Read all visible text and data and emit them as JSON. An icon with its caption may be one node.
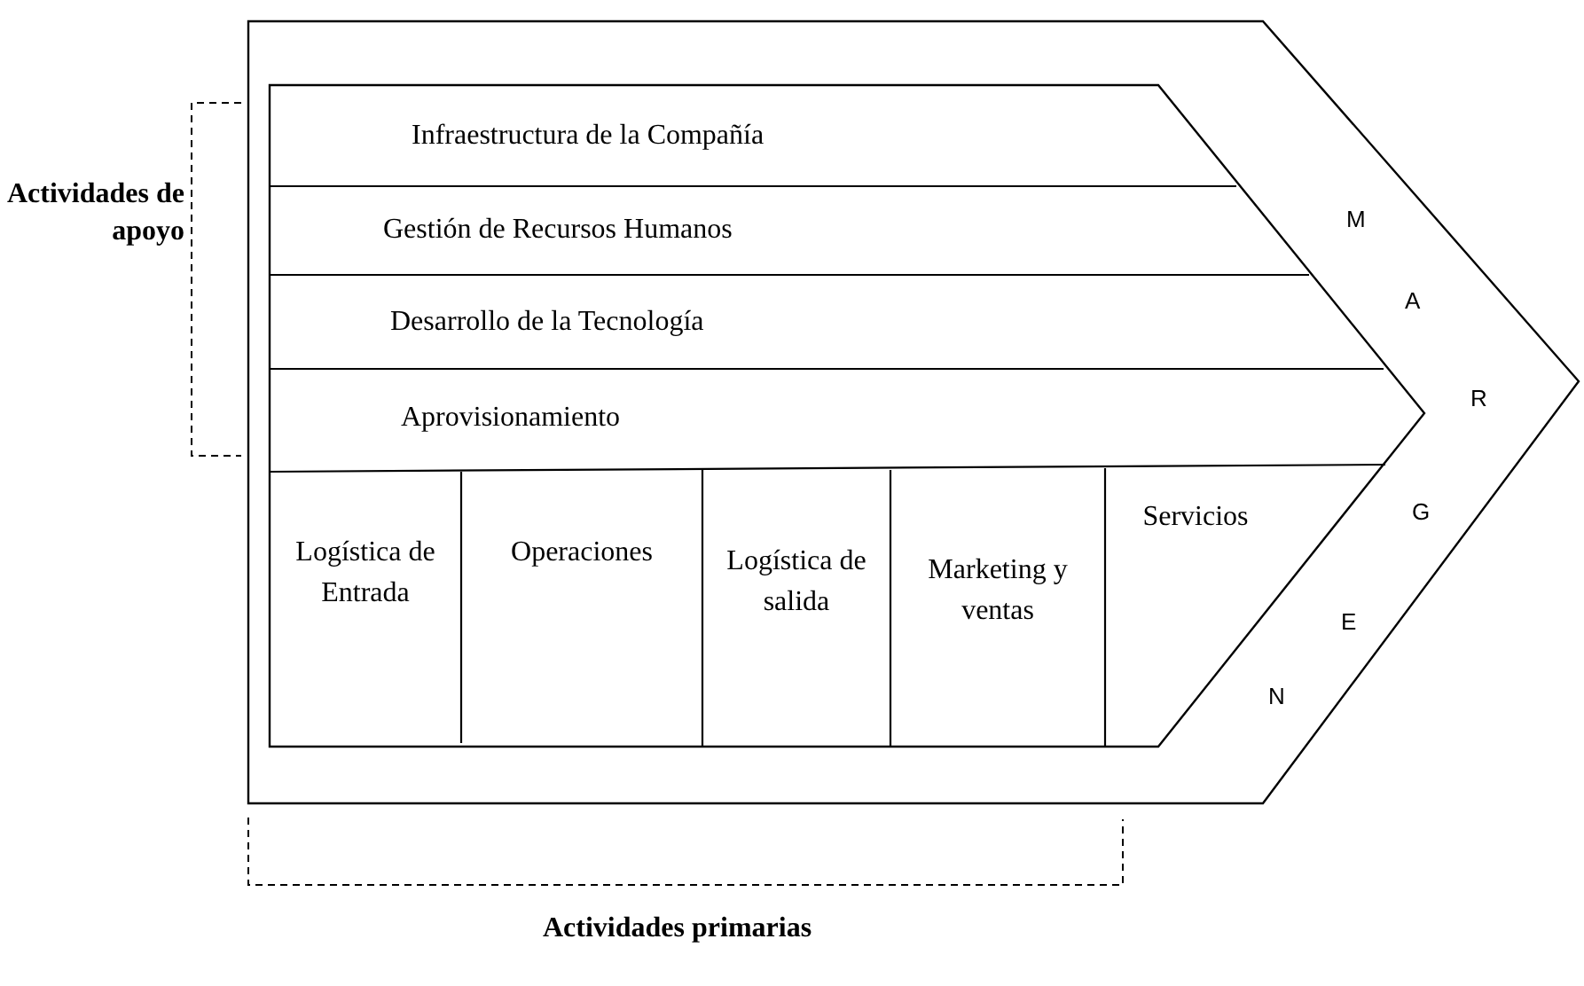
{
  "diagram": {
    "nodes": [
      {
        "text": [
          "Infraestructura de la Compañía"
        ]
      },
      {
        "text": [
          "Gestión de Recursos Humanos"
        ]
      },
      {
        "text": [
          "Desarrollo de la Tecnología"
        ]
      },
      {
        "text": [
          "Aprovisionamiento"
        ]
      },
      {
        "text": [
          "Logística de Entrada"
        ]
      },
      {
        "text": [
          "Operaciones"
        ]
      },
      {
        "text": [
          "Logística de salida"
        ]
      },
      {
        "text": [
          "Marketing y ventas"
        ]
      },
      {
        "text": [
          "Servicios"
        ]
      }
    ],
    "labels": [
      "Actividades de apoyo",
      "M",
      "A",
      "R",
      "G",
      "E",
      "N",
      "Actividades primarias"
    ]
  }
}
